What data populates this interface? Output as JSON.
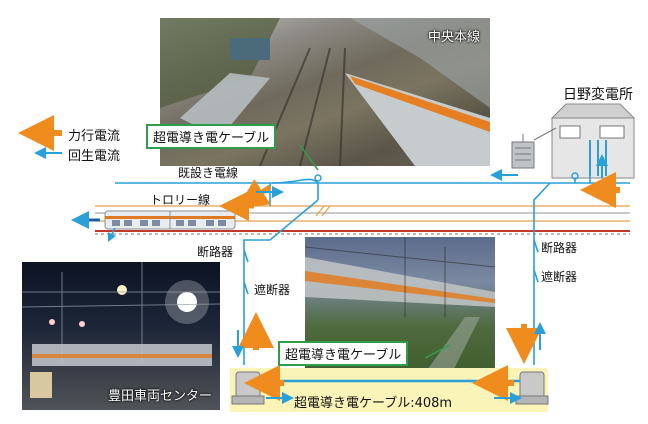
{
  "photos": {
    "chuo": "中央本線",
    "toyoda": "豊田車両センター"
  },
  "substation": "日野変電所",
  "legend": {
    "powering": "力行電流",
    "regen": "回生電流"
  },
  "cable_top": "超電導き電ケーブル",
  "cable_mid": "超電導き電ケーブル",
  "cable_bottom": "超電導き電ケーブル:408m",
  "feeder": "既設き電線",
  "trolley": "トロリー線",
  "breaker_left": "断路器",
  "interrupter_left": "遮断器",
  "breaker_right": "断路器",
  "interrupter_right": "遮断器",
  "colors": {
    "orange": "#f08c1e",
    "blue": "#2aa0d8",
    "green": "#2e9e4a",
    "cable_bg": "#fbf4b8",
    "rail_red": "#c0392b"
  }
}
